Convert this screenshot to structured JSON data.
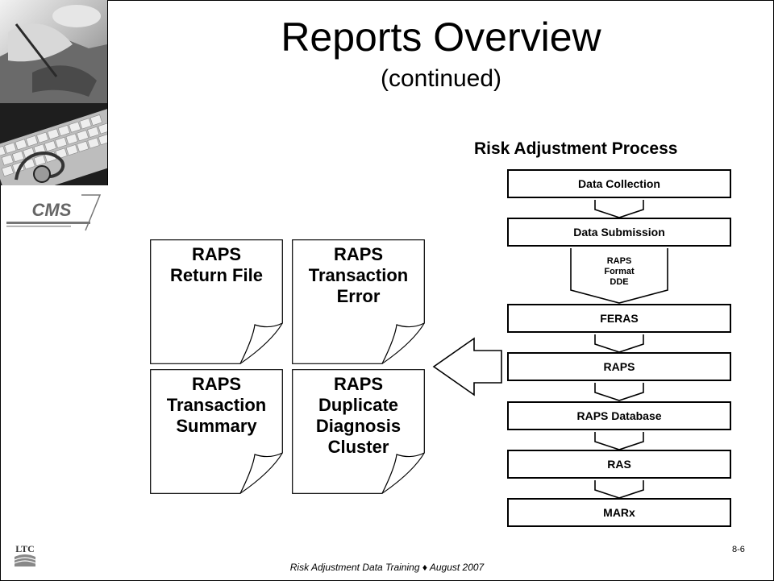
{
  "title": "Reports Overview",
  "subtitle": "(continued)",
  "process": {
    "title": "Risk Adjustment Process",
    "steps": [
      "Data Collection",
      "Data Submission",
      "FERAS",
      "RAPS",
      "RAPS Database",
      "RAS",
      "MARx"
    ],
    "format_lines": [
      "RAPS",
      "Format",
      "DDE"
    ]
  },
  "reports": [
    [
      "RAPS",
      "Return File"
    ],
    [
      "RAPS",
      "Transaction",
      "Error"
    ],
    [
      "RAPS",
      "Transaction",
      "Summary"
    ],
    [
      "RAPS",
      "Duplicate",
      "Diagnosis",
      "Cluster"
    ]
  ],
  "footer": {
    "page_number": "8-6",
    "text": "Risk Adjustment Data Training ♦ August 2007"
  },
  "logos": {
    "cms": "CMS",
    "ltc": "LTC"
  }
}
